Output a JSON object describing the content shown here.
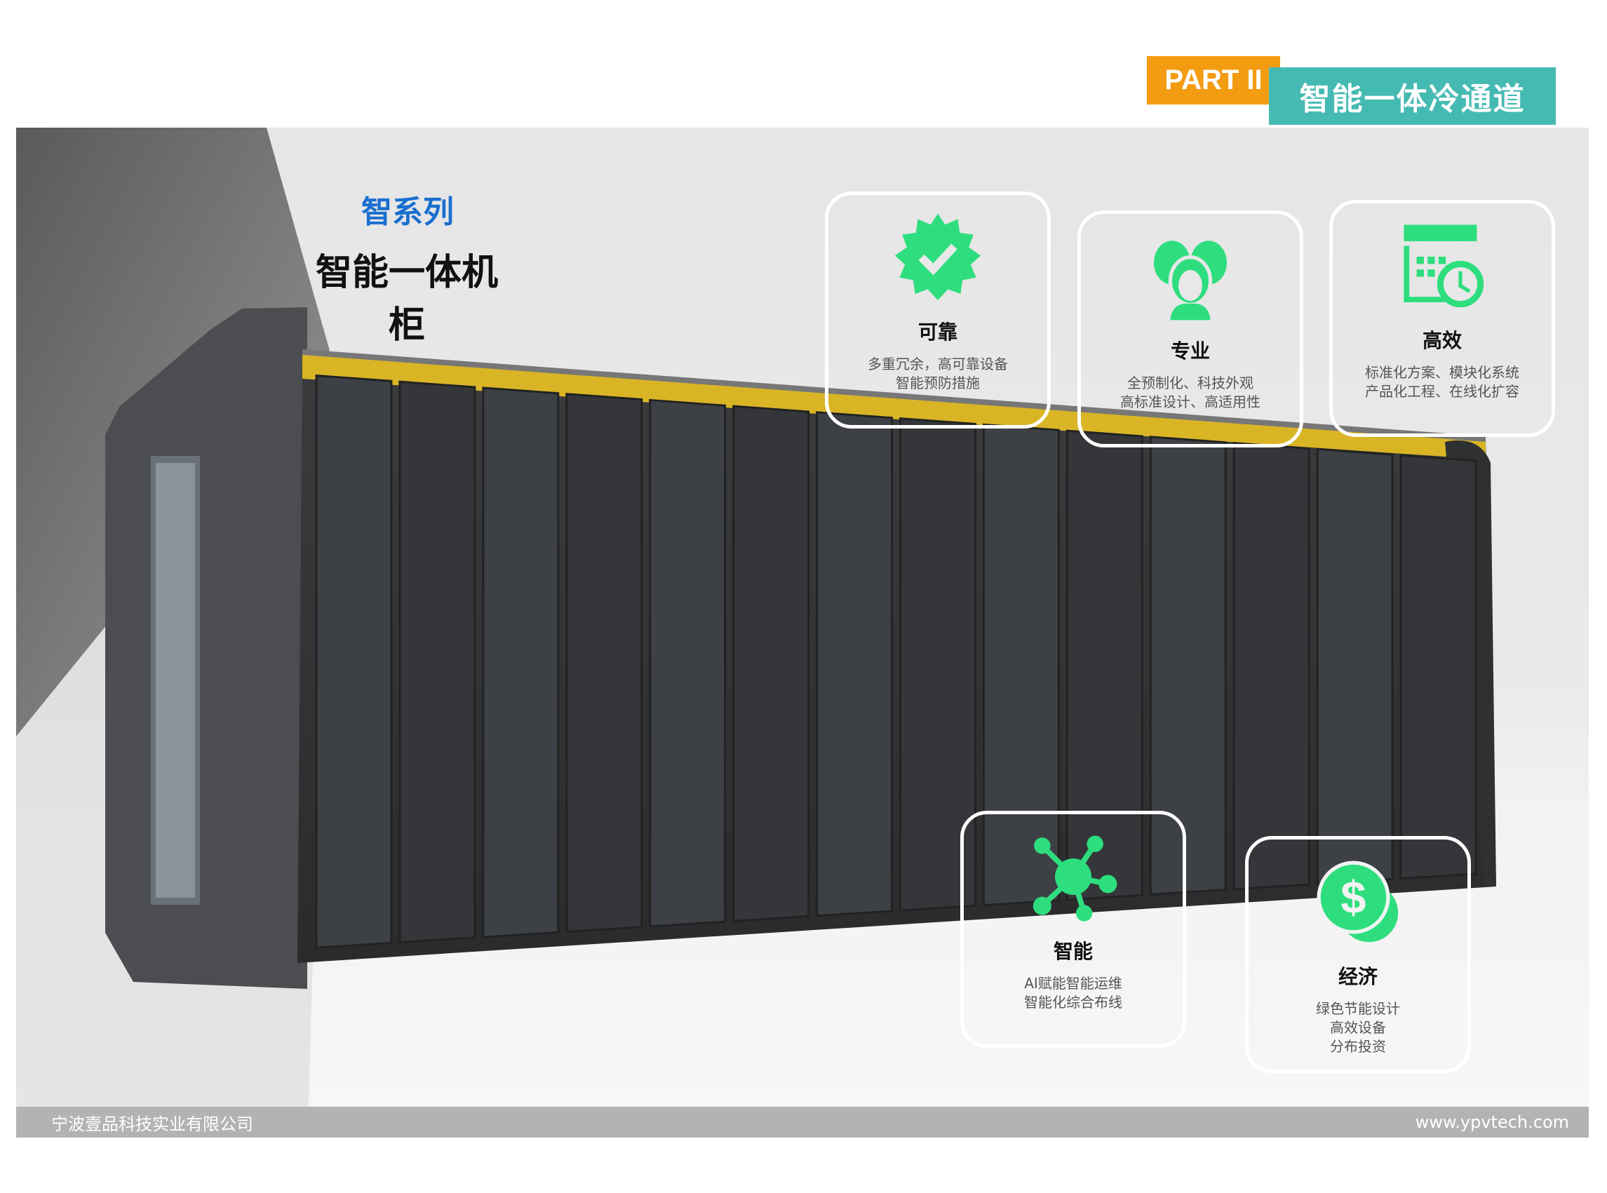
{
  "header": {
    "part": "PART II",
    "title": "智能一体冷通道"
  },
  "hero": {
    "series": "智系列",
    "product": "智能一体机柜"
  },
  "features": [
    {
      "icon": "verified-badge-icon",
      "title": "可靠",
      "lines": [
        "多重冗余，高可靠设备",
        "智能预防措施"
      ]
    },
    {
      "icon": "people-icon",
      "title": "专业",
      "lines": [
        "全预制化、科技外观",
        "高标准设计、高适用性"
      ]
    },
    {
      "icon": "calendar-clock-icon",
      "title": "高效",
      "lines": [
        "标准化方案、模块化系统",
        "产品化工程、在线化扩容"
      ]
    },
    {
      "icon": "network-node-icon",
      "title": "智能",
      "lines": [
        "AI赋能智能运维",
        "智能化综合布线"
      ]
    },
    {
      "icon": "dollar-coin-icon",
      "title": "经济",
      "lines": [
        "绿色节能设计",
        "高效设备",
        "分布投资"
      ]
    }
  ],
  "footer": {
    "company": "宁波壹品科技实业有限公司",
    "website": "www.ypvtech.com"
  },
  "colors": {
    "accent_green": "#2ede7e",
    "orange": "#f39c12",
    "teal": "#45bab2",
    "blue": "#1a6fcf"
  }
}
